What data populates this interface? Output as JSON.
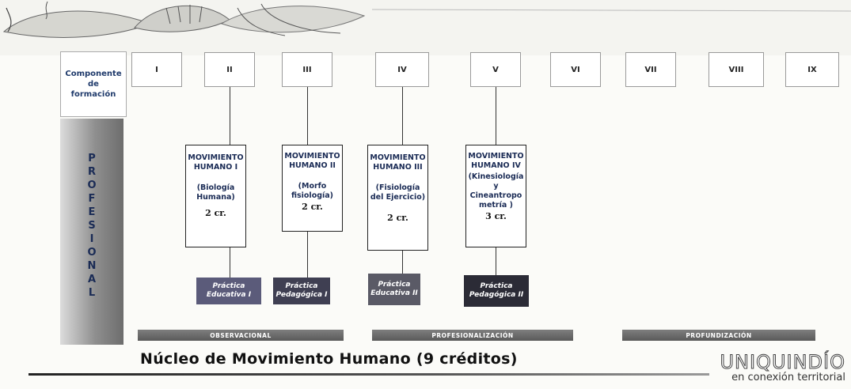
{
  "component_label": "Componente de formación",
  "semesters": [
    "I",
    "II",
    "III",
    "IV",
    "V",
    "VI",
    "VII",
    "VIII",
    "IX"
  ],
  "vertical_label": [
    "P",
    "R",
    "O",
    "F",
    "E",
    "S",
    "I",
    "O",
    "N",
    "A",
    "L"
  ],
  "courses": [
    {
      "title": "MOVIMIENTO HUMANO I",
      "subtitle": "(Biología Humana)",
      "credits": "2 cr."
    },
    {
      "title": "MOVIMIENTO HUMANO II",
      "subtitle": "(Morfo fisiología)",
      "credits": "2 cr."
    },
    {
      "title": "MOVIMIENTO HUMANO III",
      "subtitle": "(Fisiología del Ejercicio)",
      "credits": "2 cr."
    },
    {
      "title": "MOVIMIENTO HUMANO IV",
      "subtitle": "(Kinesiología y Cineantropo metría )",
      "credits": "3 cr."
    }
  ],
  "practices": [
    {
      "label": "Práctica Educativa I",
      "color": "#5b5b7a"
    },
    {
      "label": "Práctica Pedagógica I",
      "color": "#3f3f52"
    },
    {
      "label": "Práctica Educativa II",
      "color": "#5a5a66"
    },
    {
      "label": "Práctica Pedagógica II",
      "color": "#2b2b36"
    }
  ],
  "phases": [
    "OBSERVACIONAL",
    "PROFESIONALIZACIÓN",
    "PROFUNDIZACIÓN"
  ],
  "title": "Núcleo de Movimiento Humano (9 créditos)",
  "logo": {
    "name": "UNIQUINDÍO",
    "tagline": "en conexión territorial"
  }
}
